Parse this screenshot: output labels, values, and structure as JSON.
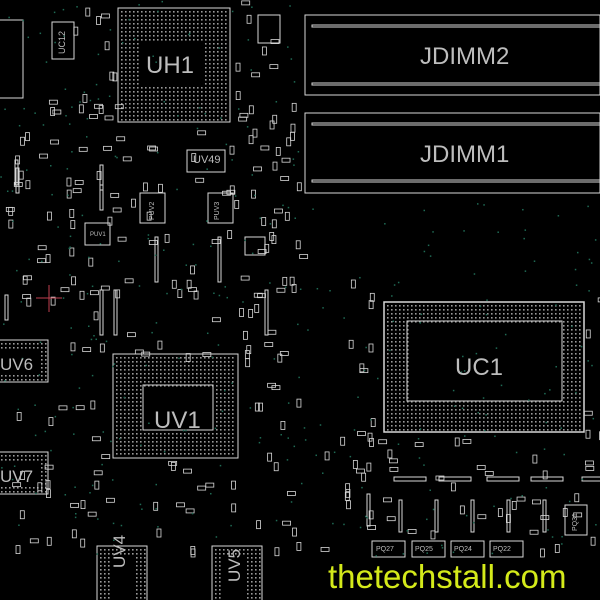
{
  "view": {
    "background": "#000000",
    "outline_color": "#d8d8d8",
    "via_color": "#1f6b55",
    "watermark_color": "#d4ea1a"
  },
  "components": {
    "uh1": "UH1",
    "jdimm2": "JDIMM2",
    "jdimm1": "JDIMM1",
    "uv49": "UV49",
    "uc1": "UC1",
    "uv1": "UV1",
    "uv6": "UV6",
    "uv7": "UV7",
    "uv4": "UV4",
    "uv5": "UV5",
    "uc12": "UC12",
    "puv2": "PUV2",
    "puv3": "PUV3",
    "puv1": "PUV1",
    "pq27": "PQ27",
    "pq25": "PQ25",
    "pq24": "PQ24",
    "pq22": "PQ22",
    "pq31": "PQ31"
  },
  "watermark": "thetechstall.com"
}
